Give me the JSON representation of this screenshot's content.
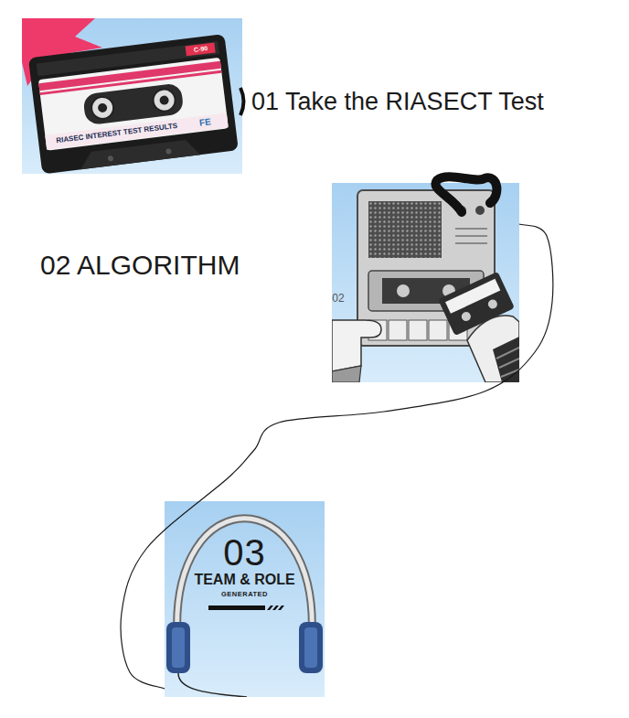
{
  "diagram": {
    "nodes": [
      {
        "text": [
          "01 Take the RIASECT Test",
          "RIASEC INTEREST TEST RESULTS"
        ]
      },
      {
        "text": [
          "02 ALGORITHM"
        ]
      },
      {
        "text": [
          "03",
          "TEAM & ROLE",
          "GENERATED"
        ]
      }
    ],
    "edges": [
      {
        "from": 1,
        "to": 2,
        "arrow": "none"
      }
    ],
    "labels": [
      "C-90",
      "FE",
      "02"
    ]
  }
}
